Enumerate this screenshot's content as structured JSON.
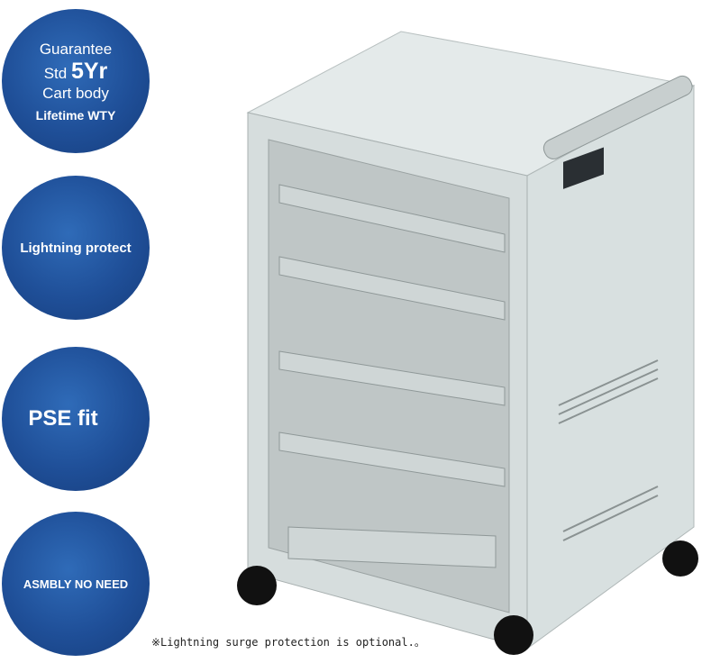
{
  "badges": {
    "warranty": {
      "line1": "Guarantee",
      "line2_prefix": "Std",
      "line2_value": "5Yr",
      "line3": "Cart body",
      "line4": "Lifetime WTY"
    },
    "lightning": "Lightning protect",
    "pse": "PSE fit",
    "assembly": "ASMBLY NO NEED"
  },
  "footnote": "※Lightning surge protection is optional.。",
  "colors": {
    "badge_blue": "#1f4f98",
    "cabinet": "#dfe6e6"
  }
}
